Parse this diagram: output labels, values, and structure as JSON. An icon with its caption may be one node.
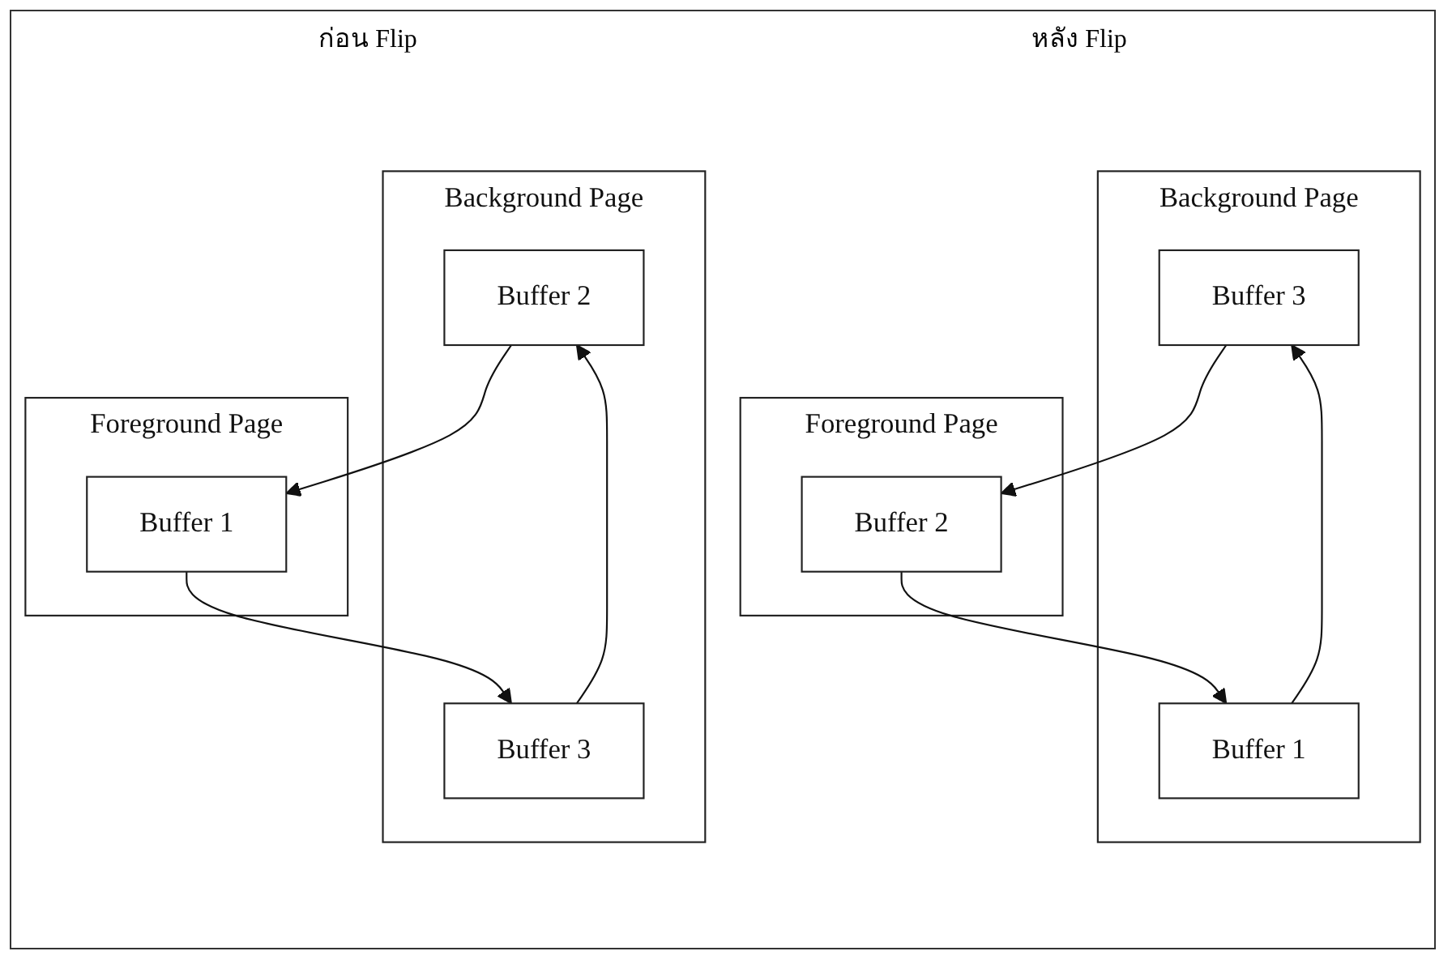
{
  "diagram": {
    "nodes": [
      {
        "text": [
          "Foreground Page"
        ]
      },
      {
        "text": [
          "Buffer 1"
        ],
        "in": 0
      },
      {
        "text": [
          "Background Page"
        ]
      },
      {
        "text": [
          "Buffer 2"
        ],
        "in": 2
      },
      {
        "text": [
          "Buffer 3"
        ],
        "in": 2
      },
      {
        "text": [
          "Foreground Page"
        ]
      },
      {
        "text": [
          "Buffer 2"
        ],
        "in": 5
      },
      {
        "text": [
          "Background Page"
        ]
      },
      {
        "text": [
          "Buffer 3"
        ],
        "in": 7
      },
      {
        "text": [
          "Buffer 1"
        ],
        "in": 7
      }
    ],
    "edges": [
      {
        "from": 1,
        "to": 4,
        "arrow": "to"
      },
      {
        "from": 4,
        "to": 3,
        "arrow": "to"
      },
      {
        "from": 3,
        "to": 1,
        "arrow": "to"
      },
      {
        "from": 6,
        "to": 9,
        "arrow": "to"
      },
      {
        "from": 9,
        "to": 8,
        "arrow": "to"
      },
      {
        "from": 8,
        "to": 6,
        "arrow": "to"
      }
    ],
    "labels": [
      "ก่อน Flip",
      "หลัง Flip"
    ]
  }
}
